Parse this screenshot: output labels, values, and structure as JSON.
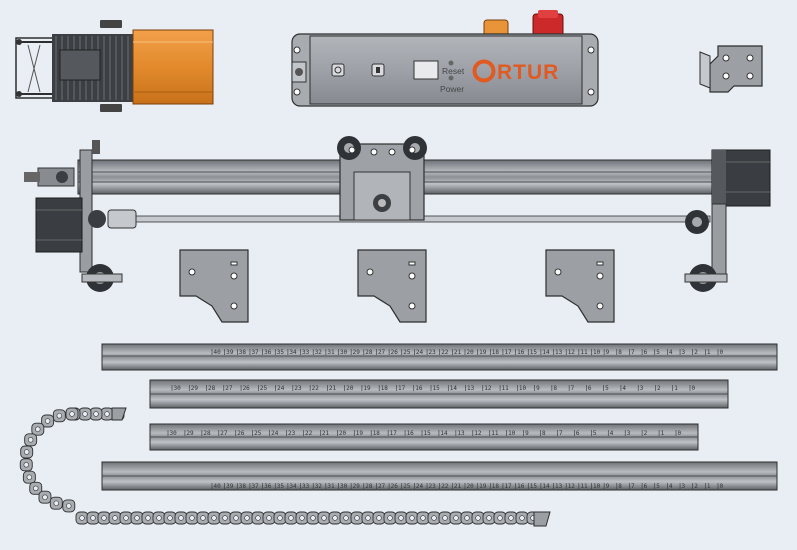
{
  "controller": {
    "brand_text": "RTUR",
    "reset_label": "Reset",
    "power_label": "Power"
  },
  "colors": {
    "background": "#e9eef4",
    "brand_orange": "#e05a22",
    "motor_housing": "#e28a2c",
    "panel_gray": "#9a9ea4",
    "part_gray": "#8f9398",
    "estop_red": "#cc2a2a",
    "outline": "#2e2e2e"
  },
  "rails": {
    "rail1_ticks": [
      "40",
      "39",
      "38",
      "37",
      "36",
      "35",
      "34",
      "33",
      "32",
      "31",
      "30",
      "29",
      "28",
      "27",
      "26",
      "25",
      "24",
      "23",
      "22",
      "21",
      "20",
      "19",
      "18",
      "17",
      "16",
      "15",
      "14",
      "13",
      "12",
      "11",
      "10",
      "9",
      "8",
      "7",
      "6",
      "5",
      "4",
      "3",
      "2",
      "1",
      "0"
    ],
    "rail2_ticks": [
      "30",
      "29",
      "28",
      "27",
      "26",
      "25",
      "24",
      "23",
      "22",
      "21",
      "20",
      "19",
      "18",
      "17",
      "16",
      "15",
      "14",
      "13",
      "12",
      "11",
      "10",
      "9",
      "8",
      "7",
      "6",
      "5",
      "4",
      "3",
      "2",
      "1",
      "0"
    ],
    "rail3_ticks": [
      "30",
      "29",
      "28",
      "27",
      "26",
      "25",
      "24",
      "23",
      "22",
      "21",
      "20",
      "19",
      "18",
      "17",
      "16",
      "15",
      "14",
      "13",
      "12",
      "11",
      "10",
      "9",
      "8",
      "7",
      "6",
      "5",
      "4",
      "3",
      "2",
      "1",
      "0"
    ],
    "rail4_ticks": [
      "40",
      "39",
      "38",
      "37",
      "36",
      "35",
      "34",
      "33",
      "32",
      "31",
      "30",
      "29",
      "28",
      "27",
      "26",
      "25",
      "24",
      "23",
      "22",
      "21",
      "20",
      "19",
      "18",
      "17",
      "16",
      "15",
      "14",
      "13",
      "12",
      "11",
      "10",
      "9",
      "8",
      "7",
      "6",
      "5",
      "4",
      "3",
      "2",
      "1",
      "0"
    ]
  },
  "icons": [
    "laser-module-icon",
    "controller-box-icon",
    "emergency-stop-icon",
    "small-bracket-icon",
    "gantry-assembly-icon",
    "stepper-motor-icon",
    "corner-bracket-icon",
    "aluminum-rail-icon",
    "cable-chain-icon"
  ]
}
